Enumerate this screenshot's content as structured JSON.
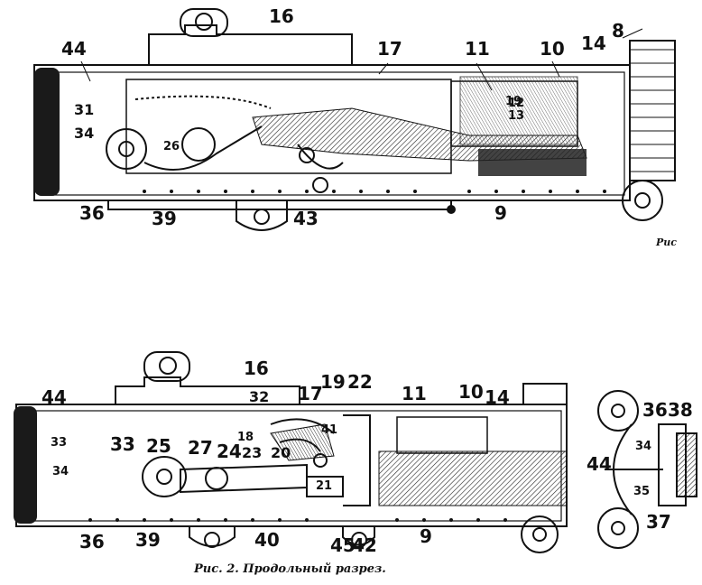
{
  "top_figure": {
    "caption_fragment": "Рис",
    "labels": [
      "16",
      "44",
      "17",
      "11",
      "10",
      "14",
      "8",
      "31",
      "34",
      "26",
      "19",
      "12",
      "13",
      "36",
      "39",
      "43",
      "9"
    ]
  },
  "bottom_figure": {
    "caption": "Рис. 2. Продольный разрез.",
    "labels": [
      "16",
      "44",
      "32",
      "17",
      "19",
      "22",
      "11",
      "10",
      "14",
      "33",
      "33",
      "25",
      "27",
      "18",
      "24",
      "23",
      "20",
      "41",
      "21",
      "34",
      "36",
      "39",
      "40",
      "45",
      "42",
      "9"
    ]
  },
  "side_figure": {
    "labels": [
      "36",
      "38",
      "44",
      "34",
      "35",
      "37"
    ]
  }
}
